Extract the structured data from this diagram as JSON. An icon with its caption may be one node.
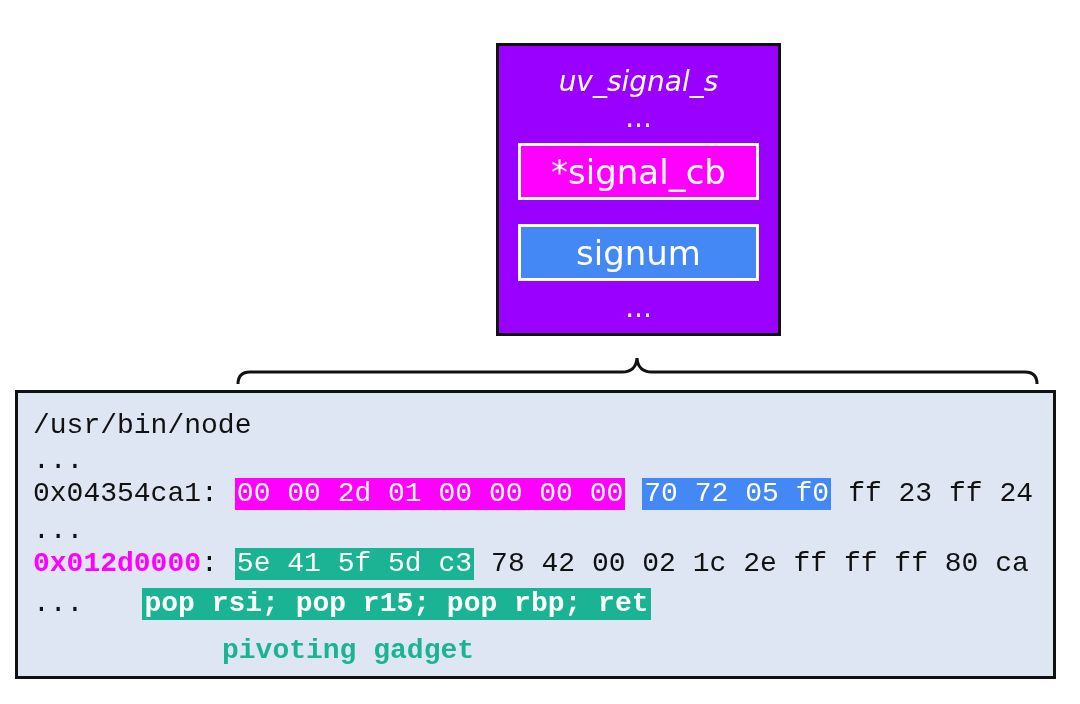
{
  "diagram": {
    "nodes": [
      {
        "text": [
          "uv_signal_s",
          "...",
          "..."
        ]
      },
      {
        "text": [
          "*signal_cb"
        ],
        "in": 0
      },
      {
        "text": [
          "signum"
        ],
        "in": 0
      },
      {
        "text": [
          "/usr/bin/node",
          "...",
          "0x04354ca1:",
          "ff 23 ff 24",
          "...",
          "0x012d0000",
          ":",
          "78 42 00 02 1c 2e ff ff ff 80 ca",
          "...",
          "pivoting gadget"
        ]
      },
      {
        "text": [
          "00 00 2d 01 00 00 00 00"
        ],
        "in": 3
      },
      {
        "text": [
          "70 72 05 f0"
        ],
        "in": 3
      },
      {
        "text": [
          "5e 41 5f 5d c3"
        ],
        "in": 3
      },
      {
        "text": [
          "pop rsi; pop r15; pop rbp; ret"
        ],
        "in": 3
      }
    ],
    "edges": []
  }
}
